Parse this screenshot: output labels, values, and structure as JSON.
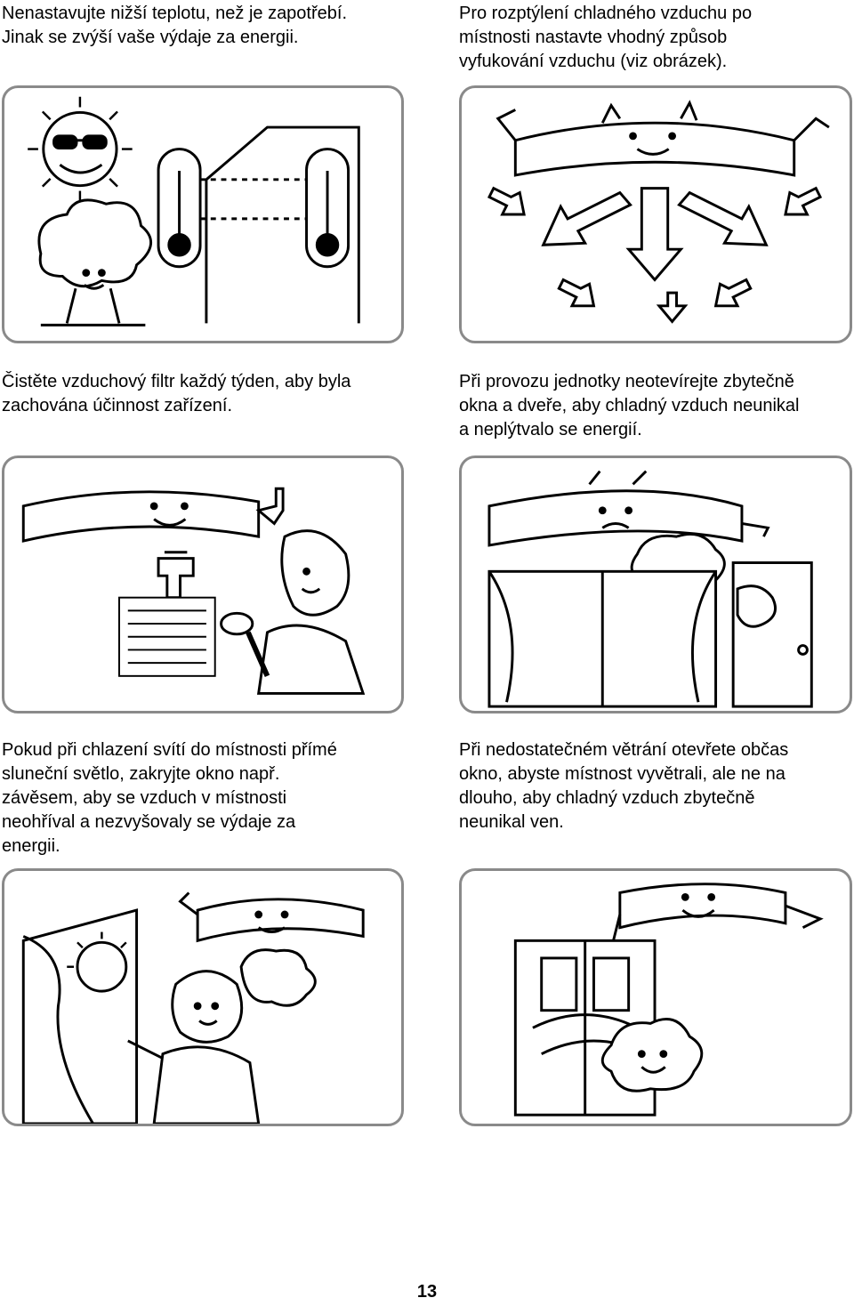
{
  "sections": [
    {
      "caption": "Nenastavujte nižší teplotu, než je zapotřebí.\nJinak se zvýší vaše výdaje za energii.",
      "icon": "sun-thermometers-illustration"
    },
    {
      "caption": "Pro rozptýlení chladného vzduchu po\nmístnosti nastavte vhodný způsob\nvyfukování vzduchu (viz obrázek).",
      "icon": "air-directions-illustration"
    },
    {
      "caption": "Čistěte vzduchový filtr každý týden, aby byla\nzachována účinnost zařízení.",
      "icon": "filter-cleaning-illustration"
    },
    {
      "caption": "Při provozu jednotky neotevírejte zbytečně\nokna a dveře, aby chladný vzduch neunikal\na neplýtvalo se energií.",
      "icon": "closed-door-illustration"
    },
    {
      "caption": "Pokud při chlazení svítí do místnosti přímé\nsluneční světlo, zakryjte okno např.\nzávěsem, aby se vzduch v místnosti\nneohříval a nezvyšovaly se výdaje za\nenergii.",
      "icon": "curtain-illustration"
    },
    {
      "caption": "Při nedostatečném větrání otevřete občas\nokno, abyste místnost vyvětrali, ale ne na\ndlouho, aby chladný vzduch zbytečně\nneunikal ven.",
      "icon": "ventilation-illustration"
    }
  ],
  "page_number": "13",
  "colors": {
    "panel_border": "#8a8a8a",
    "ink": "#000000"
  }
}
